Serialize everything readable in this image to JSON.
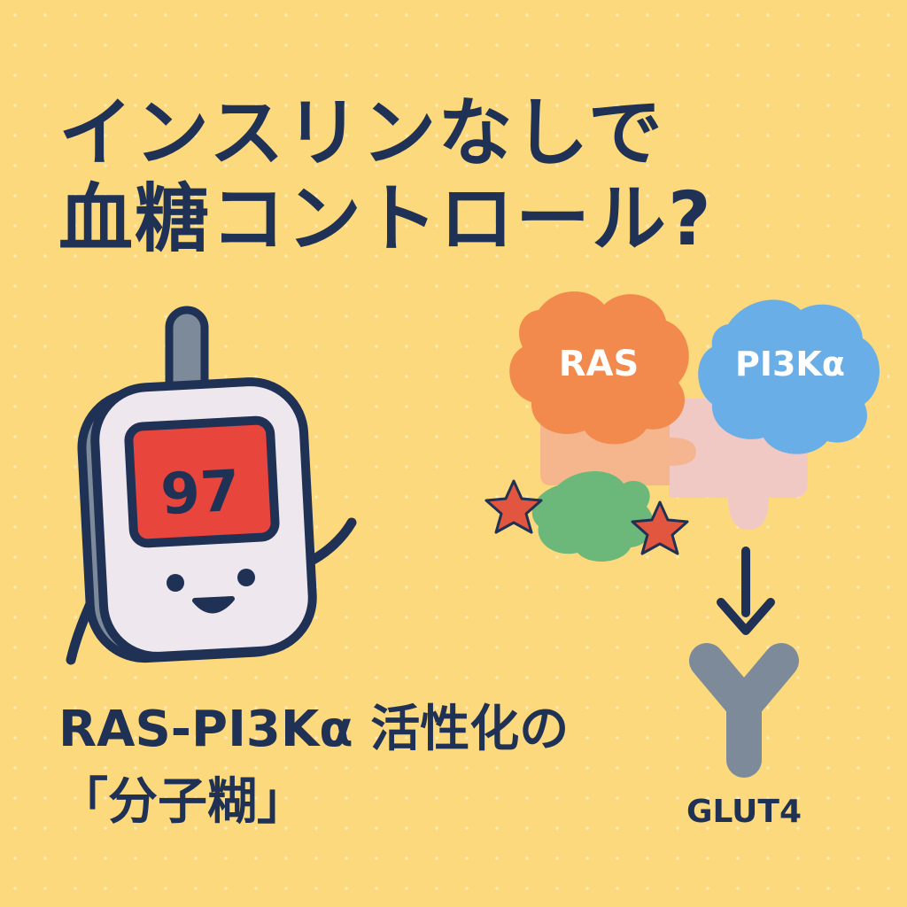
{
  "title": {
    "line1": "インスリンなしで",
    "line2": "血糖コントロール?"
  },
  "subtitle": {
    "line1": "RAS-PI3Kα 活性化の",
    "line2": "「分子糊」"
  },
  "meter": {
    "reading": "97"
  },
  "proteins": {
    "ras": "RAS",
    "pi3k": "PI3Kα"
  },
  "receptor": {
    "label": "GLUT4"
  },
  "colors": {
    "background": "#fcd97c",
    "text": "#1f3155",
    "ras": "#f28a4e",
    "pi3k": "#6aaee8",
    "glue": "#6cb87a",
    "star": "#e2553e",
    "screen": "#e8453c",
    "receptor": "#7d8a99"
  }
}
